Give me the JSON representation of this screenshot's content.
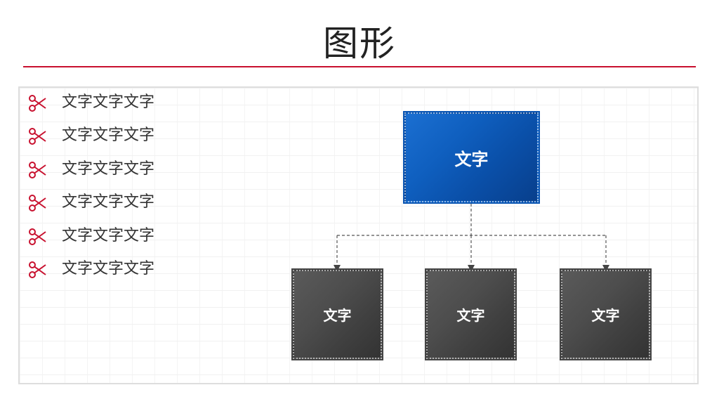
{
  "page": {
    "title": "图形"
  },
  "list": {
    "items": [
      {
        "label": "文字文字文字",
        "icon": "scissors-icon"
      },
      {
        "label": "文字文字文字",
        "icon": "scissors-icon"
      },
      {
        "label": "文字文字文字",
        "icon": "scissors-icon"
      },
      {
        "label": "文字文字文字",
        "icon": "scissors-icon"
      },
      {
        "label": "文字文字文字",
        "icon": "scissors-icon"
      },
      {
        "label": "文字文字文字",
        "icon": "scissors-icon"
      }
    ]
  },
  "diagram": {
    "type": "org-chart",
    "root": {
      "label": "文字",
      "color": "#0f5fbf"
    },
    "children": [
      {
        "label": "文字",
        "color": "#444444"
      },
      {
        "label": "文字",
        "color": "#444444"
      },
      {
        "label": "文字",
        "color": "#444444"
      }
    ]
  },
  "colors": {
    "accent": "#c8102e",
    "root_node": "#0f5fbf",
    "child_node": "#444444"
  }
}
